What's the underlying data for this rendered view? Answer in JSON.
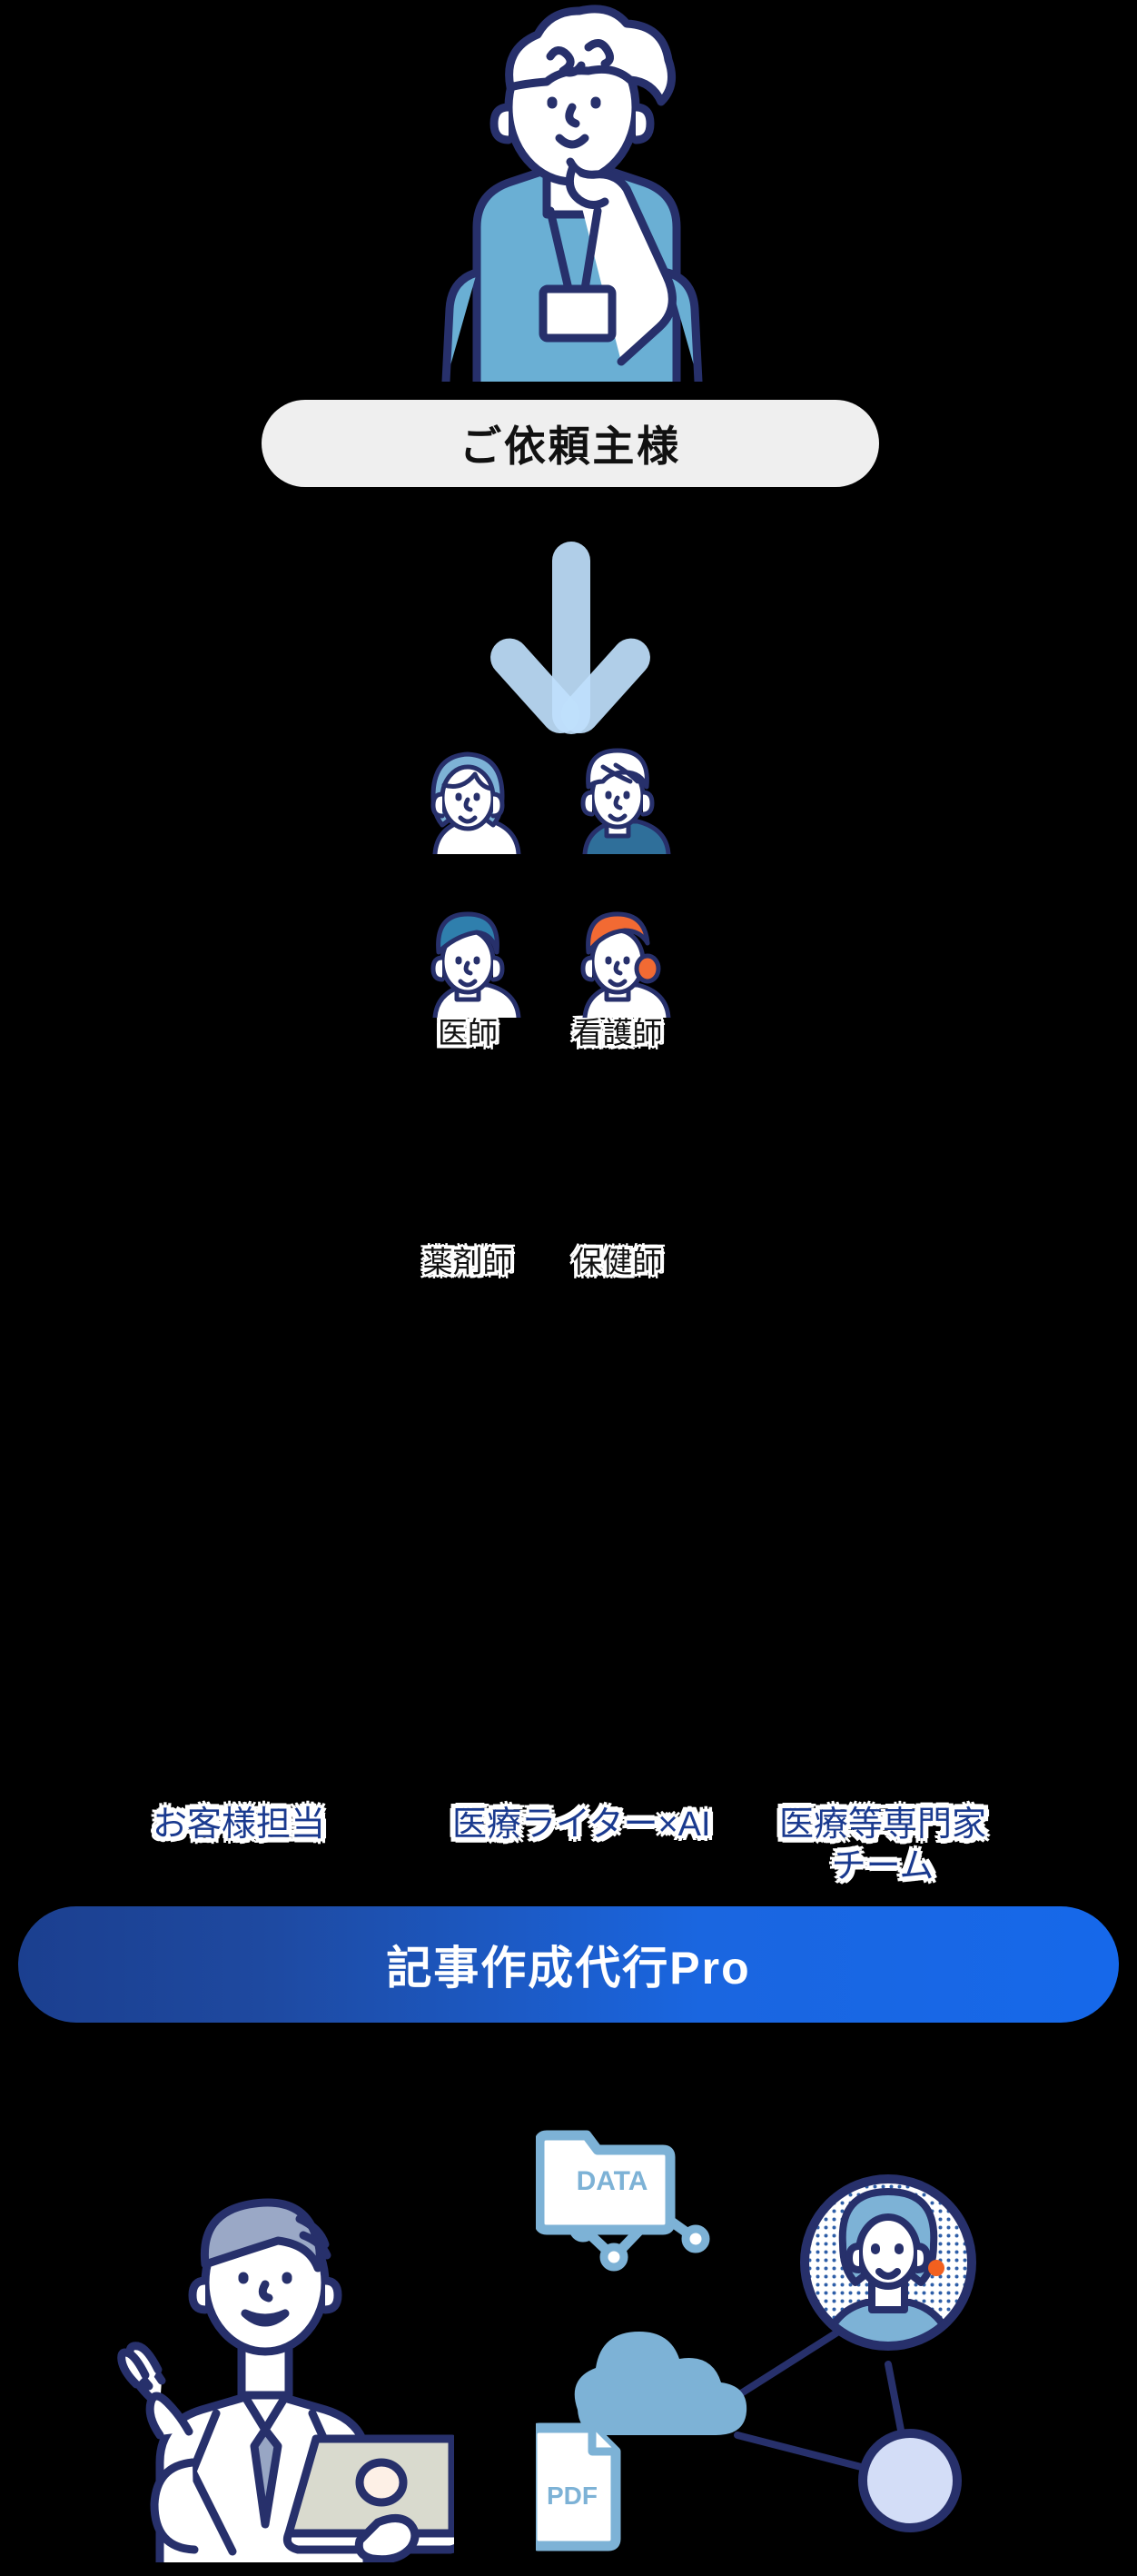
{
  "client": {
    "label": "ご依頼主様",
    "icon": "thinking-person-icon"
  },
  "arrow": {
    "icon": "down-arrow-icon",
    "color": "#bfdffc"
  },
  "venn": {
    "team": {
      "label": "医療等専門家\nチーム",
      "color": "#f9f400",
      "members": [
        {
          "label": "医師",
          "icon": "doctor-avatar-icon"
        },
        {
          "label": "看護師",
          "icon": "nurse-avatar-icon"
        },
        {
          "label": "薬剤師",
          "icon": "pharmacist-avatar-icon"
        },
        {
          "label": "保健師",
          "icon": "health-nurse-avatar-icon"
        }
      ]
    },
    "customer_support": {
      "label": "お客様担当",
      "color": "#d3ddf7",
      "icon": "support-person-laptop-icon"
    },
    "ai_writer": {
      "label": "医療ライター×AI",
      "color": "#cdf26f",
      "icon": "ai-network-icon",
      "nodes": [
        {
          "label": "DATA",
          "icon": "data-folder-icon"
        },
        {
          "label": "PDF",
          "icon": "pdf-file-icon"
        },
        {
          "label": "",
          "icon": "cloud-icon"
        },
        {
          "label": "",
          "icon": "operator-avatar-icon"
        },
        {
          "label": "",
          "icon": "node-circle-icon"
        },
        {
          "label": "",
          "icon": "line-chart-nodes-icon"
        }
      ]
    }
  },
  "banner": {
    "label": "記事作成代行Pro",
    "color_start": "#1b3f8f",
    "color_end": "#1668ea"
  }
}
